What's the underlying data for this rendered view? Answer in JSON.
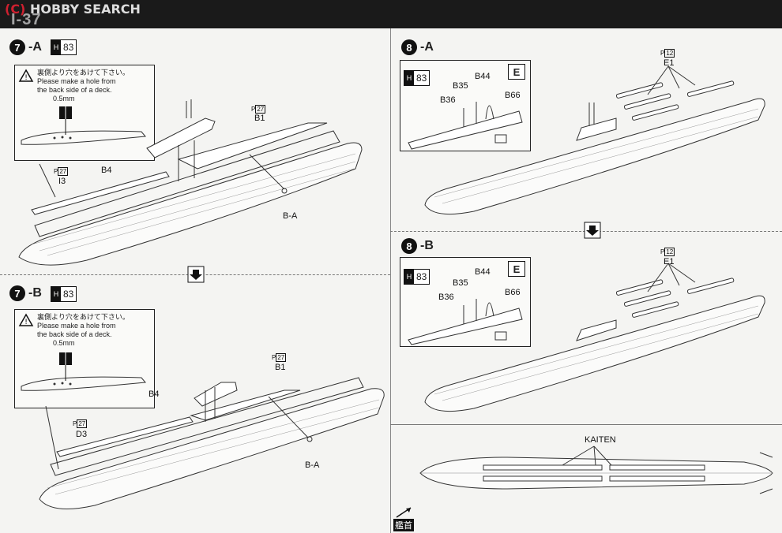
{
  "header": {
    "page_title": "I-37",
    "watermark": "HOBBY SEARCH",
    "watermark_logo": "(C)"
  },
  "steps": {
    "s7a": {
      "num": "7",
      "suffix": "-A",
      "paint_ref": "83"
    },
    "s7b": {
      "num": "7",
      "suffix": "-B",
      "paint_ref": "83"
    },
    "s8a": {
      "num": "8",
      "suffix": "-A"
    },
    "s8b": {
      "num": "8",
      "suffix": "-B"
    }
  },
  "notes": {
    "deck_hole_jp": "裏側より穴をあけて下さい。",
    "deck_hole_en_1": "Please make a hole from",
    "deck_hole_en_2": "the back side of a deck.",
    "hole_size": "0.5mm"
  },
  "labels_7a": {
    "b1": "B1",
    "b1_paint": "27",
    "b4": "B4",
    "i3": "I3",
    "i3_paint": "27",
    "ba": "B-A"
  },
  "labels_7b": {
    "b1": "B1",
    "b1_paint": "27",
    "b4": "B4",
    "d3": "D3",
    "d3_paint": "27",
    "ba": "B-A"
  },
  "labels_8a": {
    "paint_ref": "83",
    "e_badge": "E",
    "b44": "B44",
    "b35": "B35",
    "b36": "B36",
    "b66": "B66",
    "e1": "E1",
    "e1_paint": "12"
  },
  "labels_8b": {
    "paint_ref": "83",
    "e_badge": "E",
    "b44": "B44",
    "b35": "B35",
    "b36": "B36",
    "b66": "B66",
    "e1": "E1",
    "e1_paint": "12"
  },
  "top_view": {
    "kaiten_label": "KAITEN",
    "bow_label": "艦首"
  },
  "paint_prefix": "P H"
}
